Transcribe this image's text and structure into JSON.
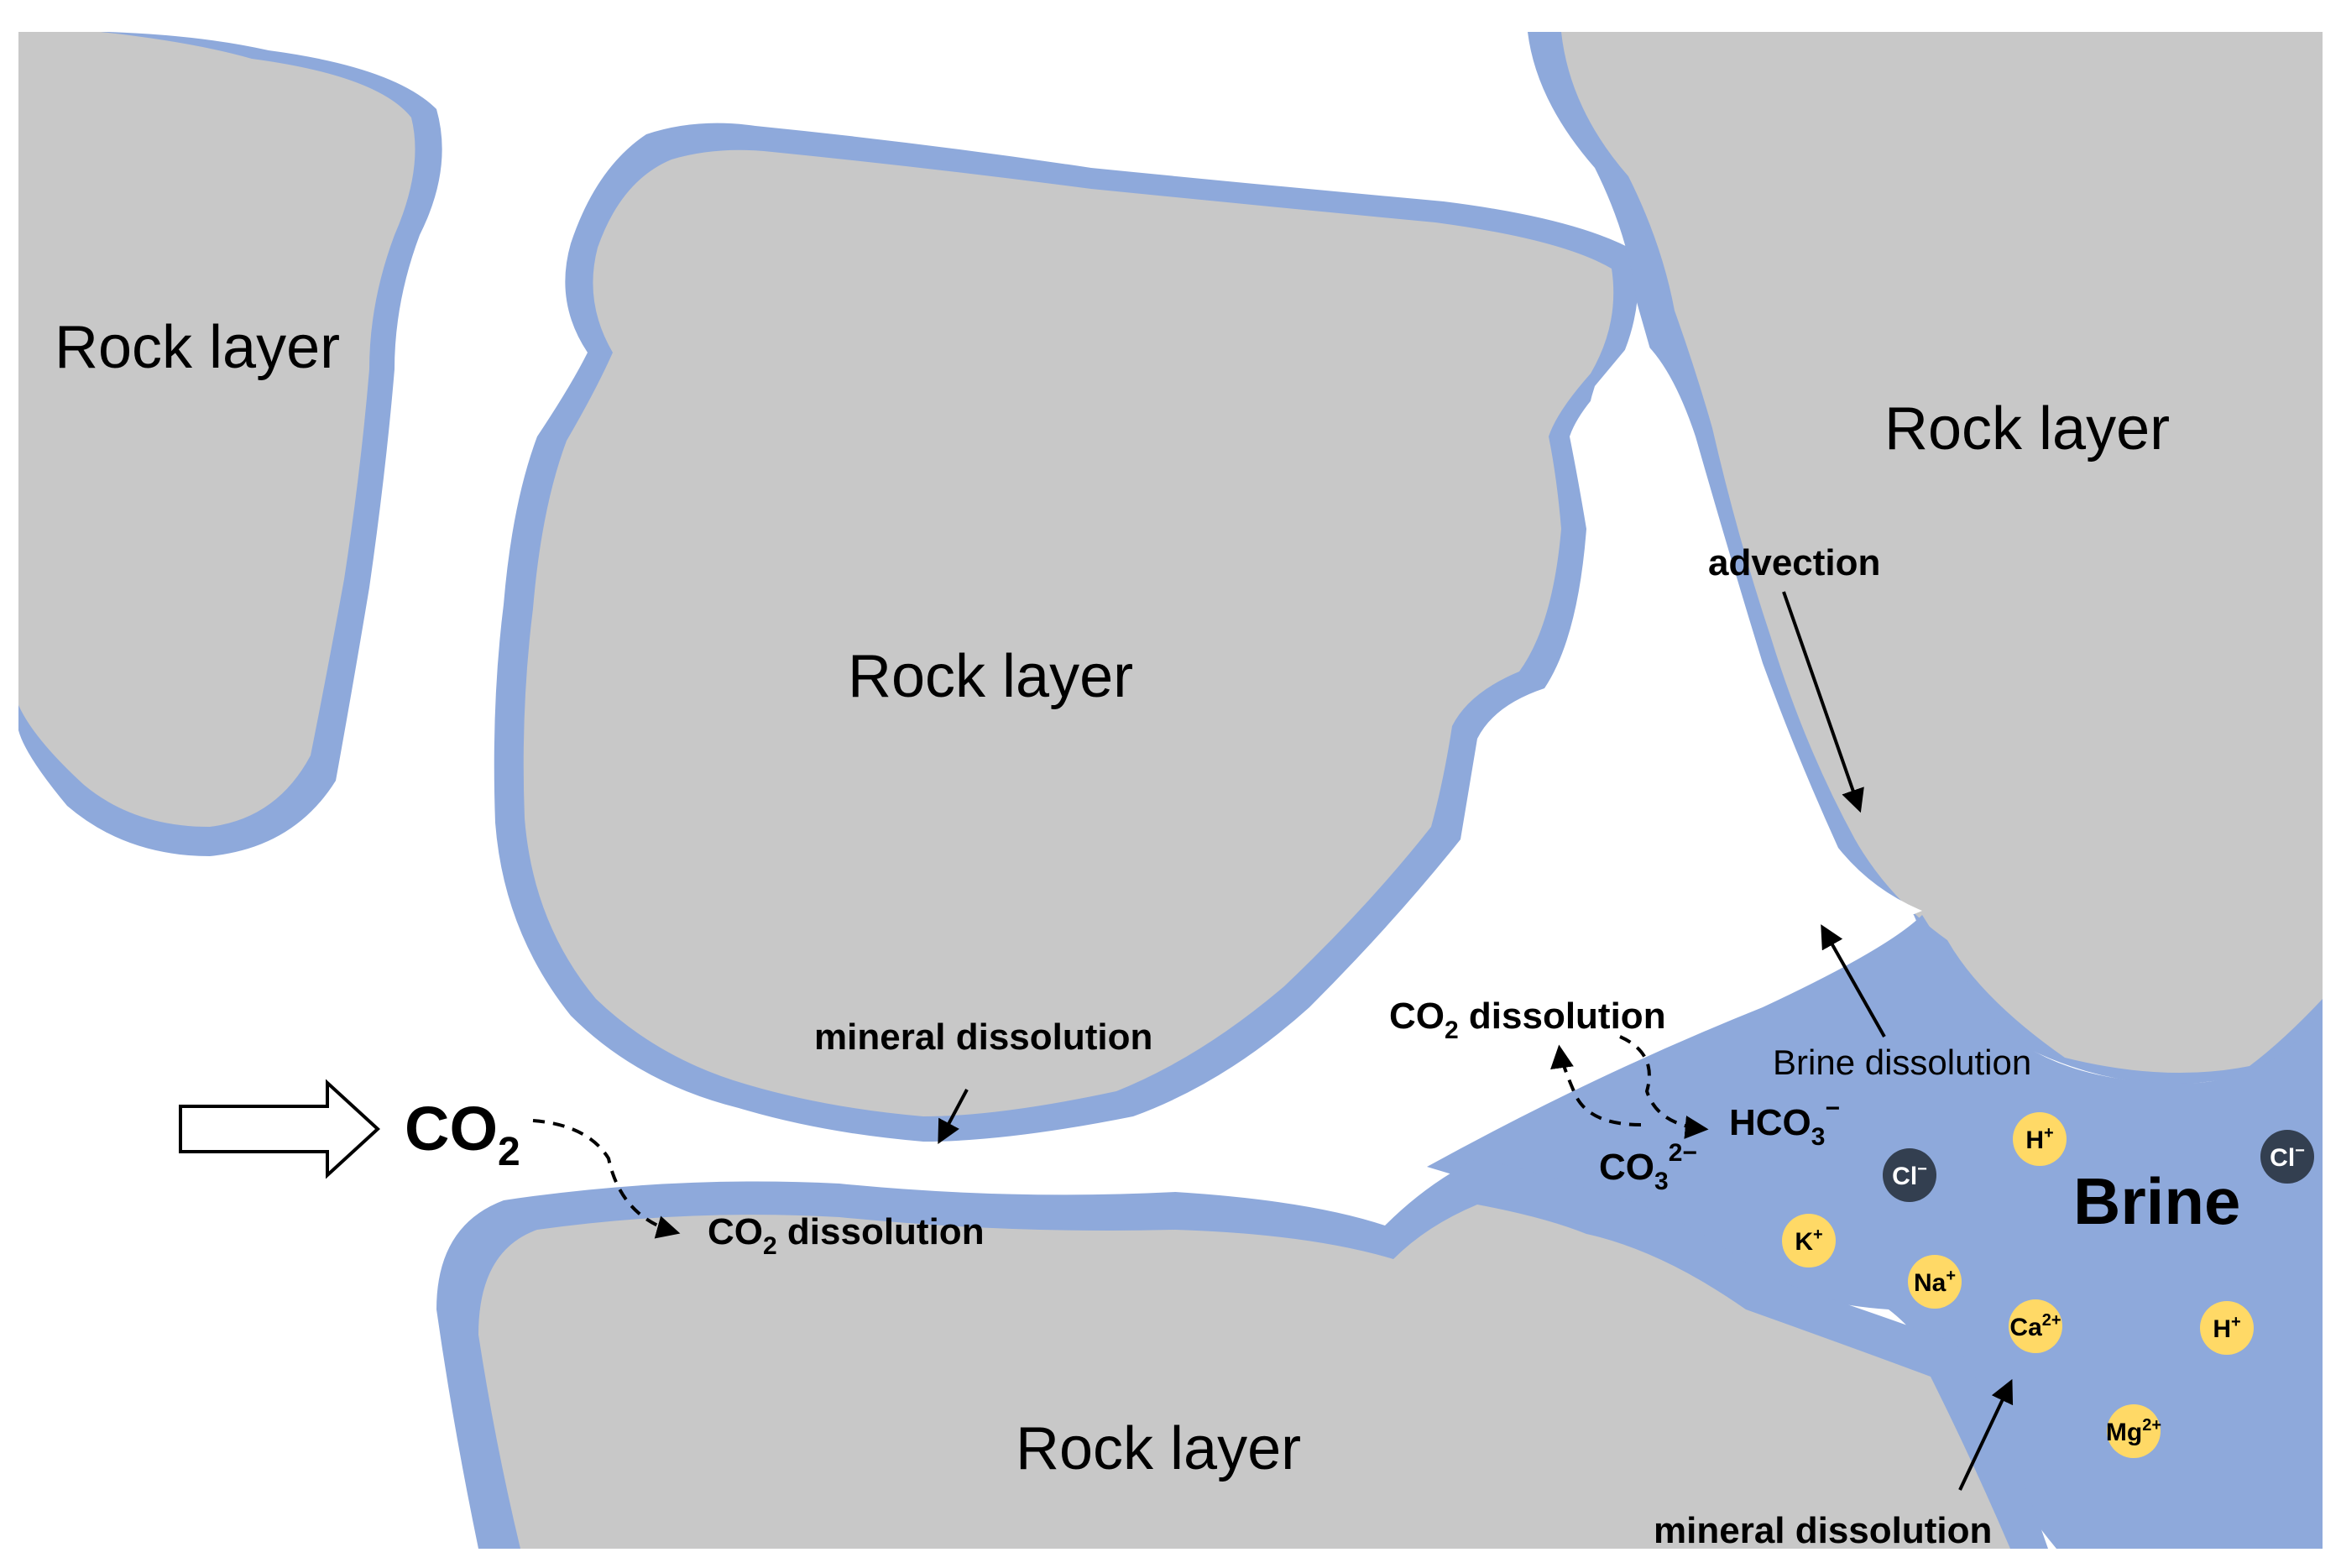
{
  "colors": {
    "rock": "#C8C8C8",
    "water_film": "#8EA9DB",
    "pore": "#FFFFFF",
    "cation": "#FFD966",
    "anion": "#333F50",
    "text": "#000000"
  },
  "labels": {
    "rock_top_left": "Rock layer",
    "rock_center": "Rock layer",
    "rock_top_right": "Rock layer",
    "rock_bottom": "Rock layer",
    "advection": "advection",
    "mineral_dissolution_top": "mineral dissolution",
    "mineral_dissolution_bottom": "mineral dissolution",
    "co2_inlet": "CO",
    "co2_inlet_sub": "2",
    "co2_dissolution_left": "CO",
    "co2_dissolution_left_sub": "2",
    "co2_dissolution_left_rest": " dissolution",
    "co2_dissolution_right": "CO",
    "co2_dissolution_right_sub": "2",
    "co2_dissolution_right_rest": " dissolution",
    "brine_dissolution": "Brine dissolution",
    "hco3": "HCO",
    "hco3_sub": "3",
    "hco3_sup": "−",
    "co3": "CO",
    "co3_sub": "3",
    "co3_sup": "2−",
    "brine": "Brine"
  },
  "ions": [
    {
      "id": "cl-1",
      "label": "Cl",
      "sup": "−",
      "kind": "anion"
    },
    {
      "id": "h-1",
      "label": "H",
      "sup": "+",
      "kind": "cation"
    },
    {
      "id": "cl-2",
      "label": "Cl",
      "sup": "−",
      "kind": "anion"
    },
    {
      "id": "k-1",
      "label": "K",
      "sup": "+",
      "kind": "cation"
    },
    {
      "id": "na-1",
      "label": "Na",
      "sup": "+",
      "kind": "cation"
    },
    {
      "id": "ca-1",
      "label": "Ca",
      "sup": "2+",
      "kind": "cation"
    },
    {
      "id": "h-2",
      "label": "H",
      "sup": "+",
      "kind": "cation"
    },
    {
      "id": "mg-1",
      "label": "Mg",
      "sup": "2+",
      "kind": "cation"
    }
  ]
}
